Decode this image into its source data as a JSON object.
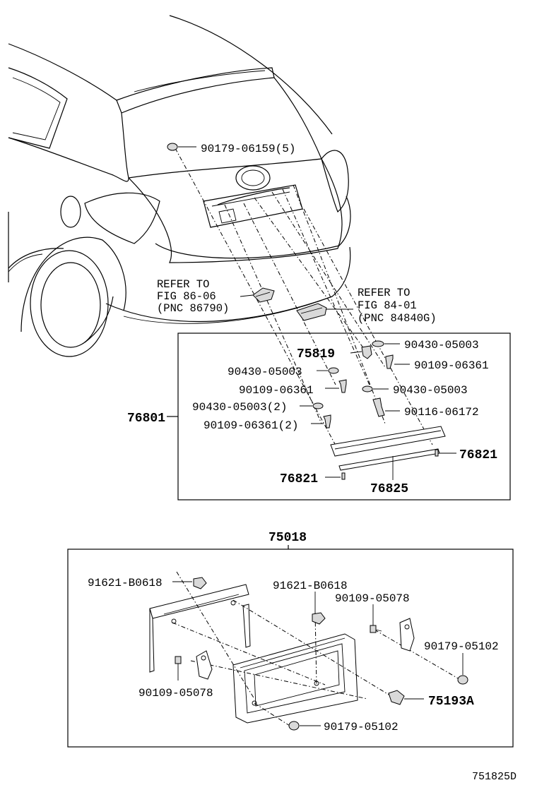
{
  "references": {
    "left": {
      "line1": "REFER TO",
      "line2": "FIG 86-06",
      "line3": "(PNC 86790)"
    },
    "right": {
      "line1": "REFER TO",
      "line2": "FIG 84-01",
      "line3": "(PNC 84840G)"
    }
  },
  "parts": {
    "p_90179_06159": "90179-06159(5)",
    "p_75819": "75819",
    "p_90430_05003_a": "90430-05003",
    "p_90430_05003_b": "90430-05003",
    "p_90430_05003_c": "90430-05003",
    "p_90430_05003_2": "90430-05003(2)",
    "p_90109_06361_a": "90109-06361",
    "p_90109_06361_b": "90109-06361",
    "p_90109_06361_2": "90109-06361(2)",
    "p_90116_06172": "90116-06172",
    "p_76801": "76801",
    "p_76821_a": "76821",
    "p_76821_b": "76821",
    "p_76825": "76825",
    "p_75018": "75018",
    "p_91621_B0618_a": "91621-B0618",
    "p_91621_B0618_b": "91621-B0618",
    "p_90109_05078_a": "90109-05078",
    "p_90109_05078_b": "90109-05078",
    "p_90179_05102_a": "90179-05102",
    "p_90179_05102_b": "90179-05102",
    "p_75193A": "75193A"
  },
  "diagram_code": "751825D"
}
